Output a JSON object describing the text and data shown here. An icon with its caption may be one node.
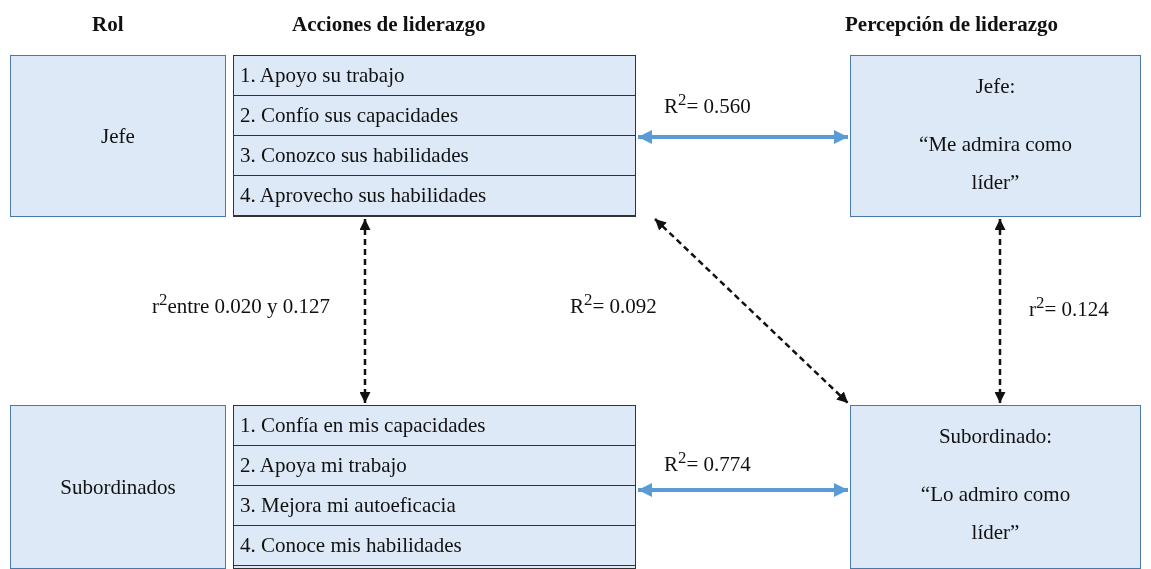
{
  "diagram": {
    "nodes": [
      {
        "text": [
          "Jefe"
        ]
      },
      {
        "text": [],
        "shape": "box"
      },
      {
        "text": [
          "1. Apoyo su trabajo"
        ],
        "in": 1
      },
      {
        "text": [
          "2. Confío sus capacidades"
        ],
        "in": 1
      },
      {
        "text": [
          "3. Conozco sus habilidades"
        ],
        "in": 1
      },
      {
        "text": [
          "4. Aprovecho sus habilidades"
        ],
        "in": 1
      },
      {
        "text": [
          "Jefe:",
          "“Me admira como líder”"
        ]
      },
      {
        "text": [
          "Subordinados"
        ]
      },
      {
        "text": [],
        "shape": "box"
      },
      {
        "text": [
          "1. Confía en mis capacidades"
        ],
        "in": 8
      },
      {
        "text": [
          "2. Apoya  mi trabajo"
        ],
        "in": 8
      },
      {
        "text": [
          "3. Mejora mi autoeficacia"
        ],
        "in": 8
      },
      {
        "text": [
          "4. Conoce mis habilidades"
        ],
        "in": 8
      },
      {
        "text": [
          "Subordinado:",
          "“Lo admiro como líder”"
        ]
      }
    ],
    "edges": [
      {
        "from": 1,
        "to": 6,
        "arrow": "both",
        "label": "R$^{2}$= 0.560",
        "color": "#5b9bd5"
      },
      {
        "from": 1,
        "to": 8,
        "arrow": "both",
        "label": "r$^{2}$entre  0.020 y 0.127",
        "style": "dashed"
      },
      {
        "from": 1,
        "to": 13,
        "arrow": "both",
        "label": "R$^{2}$= 0.092",
        "style": "dashed"
      },
      {
        "from": 6,
        "to": 13,
        "arrow": "both",
        "label": "r$^{2}$= 0.124",
        "style": "dashed"
      },
      {
        "from": 8,
        "to": 13,
        "arrow": "both",
        "label": "R$^{2}$= 0.774",
        "color": "#5b9bd5"
      }
    ],
    "labels": [
      "Rol",
      "Acciones de liderazgo",
      "Percepción de liderazgo"
    ]
  }
}
